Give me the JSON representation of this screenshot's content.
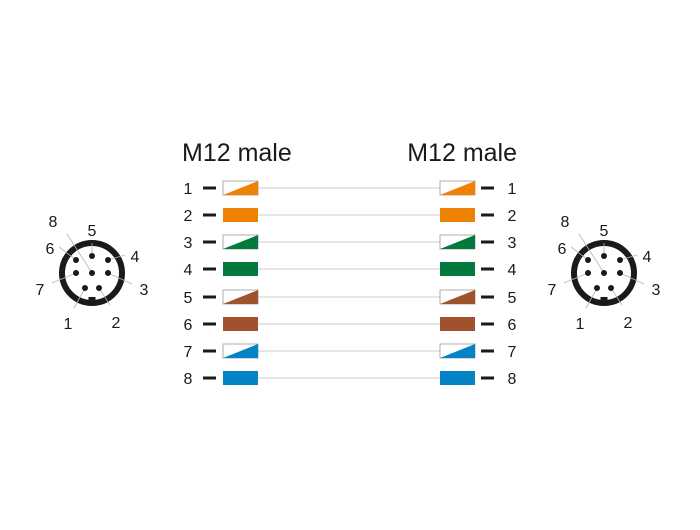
{
  "left_title": "M12 male",
  "right_title": "M12 male",
  "colors": {
    "orange": "#ef8200",
    "green": "#007a3d",
    "brown": "#a0522d",
    "blue": "#0284c7",
    "wire": "#cccccc",
    "connector_ring": "#1a1a1a"
  },
  "wires": [
    {
      "pin": "1",
      "color": "orange",
      "striped": true
    },
    {
      "pin": "2",
      "color": "orange",
      "striped": false
    },
    {
      "pin": "3",
      "color": "green",
      "striped": true
    },
    {
      "pin": "4",
      "color": "green",
      "striped": false
    },
    {
      "pin": "5",
      "color": "brown",
      "striped": true
    },
    {
      "pin": "6",
      "color": "brown",
      "striped": false
    },
    {
      "pin": "7",
      "color": "blue",
      "striped": true
    },
    {
      "pin": "8",
      "color": "blue",
      "striped": false
    }
  ],
  "connector_pin_labels": [
    "1",
    "2",
    "3",
    "4",
    "5",
    "6",
    "7",
    "8"
  ]
}
